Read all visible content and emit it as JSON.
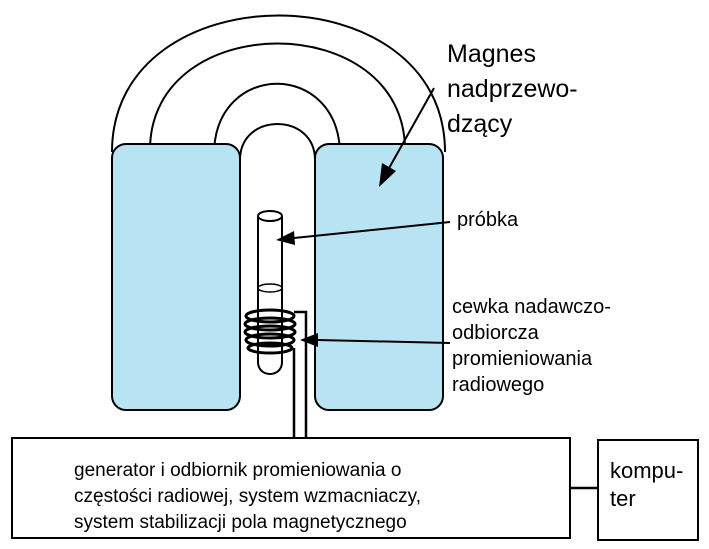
{
  "labels": {
    "magnet": [
      "Magnes",
      "nadprzewo-",
      "dzący"
    ],
    "sample": "próbka",
    "coil": [
      "cewka nadawczo-",
      "odbiorcza",
      "promieniowania",
      "radiowego"
    ],
    "generator": [
      "generator i odbiornik  promieniowania o",
      "częstości radiowej, system wzmacniaczy,",
      "system stabilizacji pola magnetycznego"
    ],
    "computer": [
      "kompu-",
      "ter"
    ]
  },
  "colors": {
    "magnet_fill": "#b7e3f3",
    "line": "#000000",
    "background": "#ffffff"
  }
}
